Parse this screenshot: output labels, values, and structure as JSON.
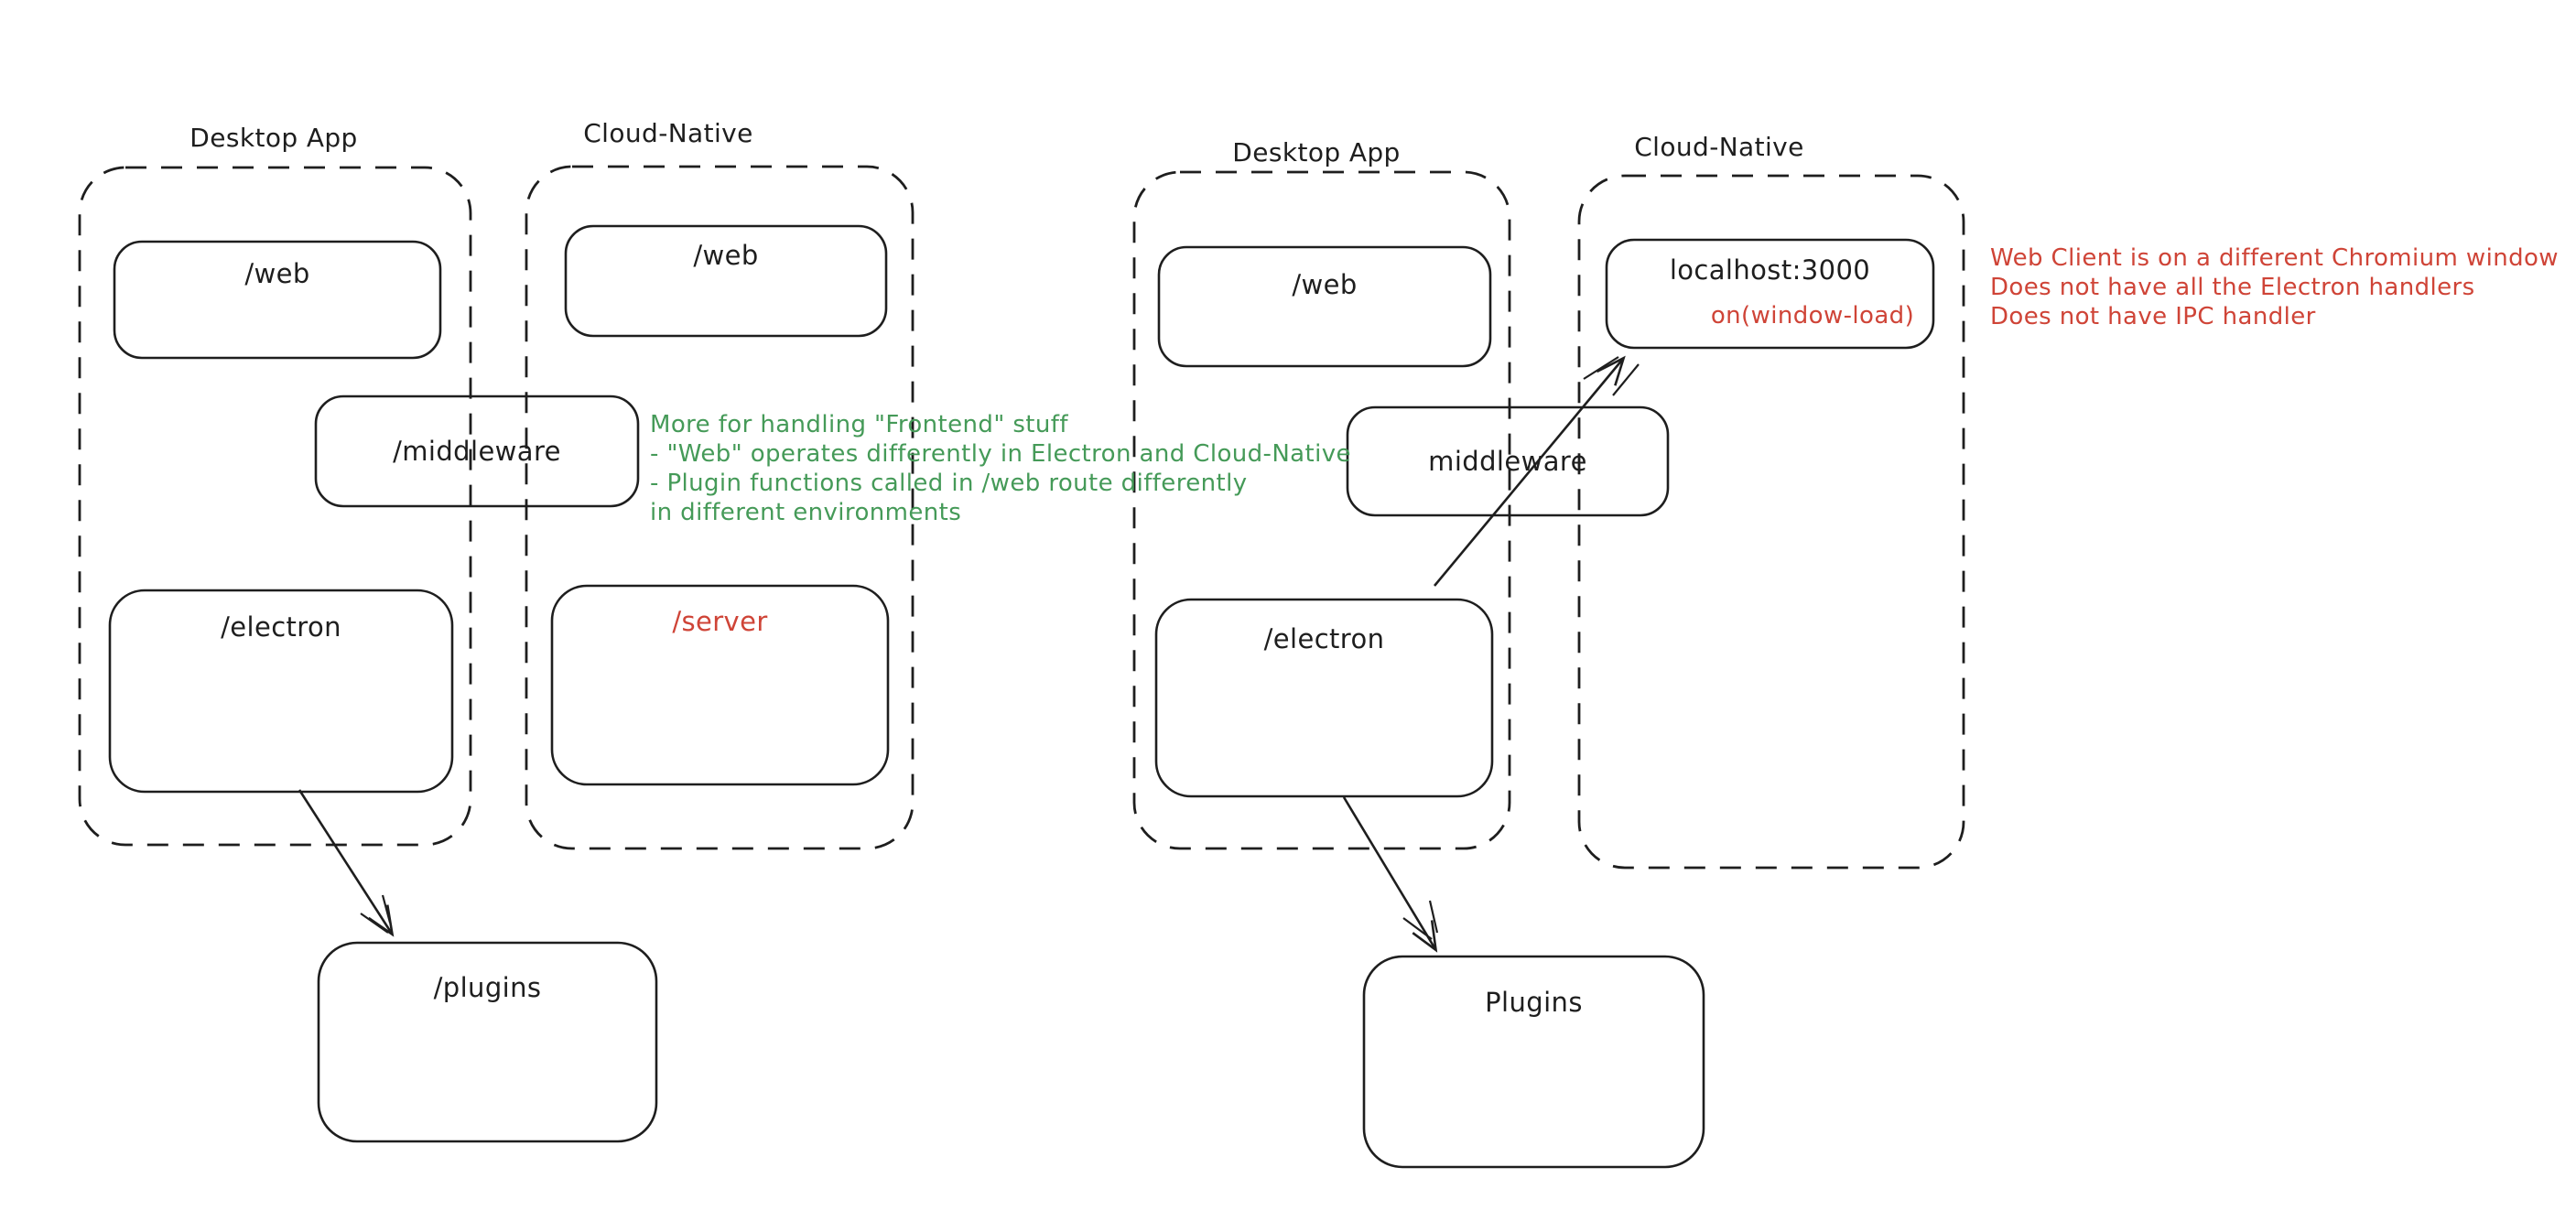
{
  "left_diagram": {
    "desktop_label": "Desktop App",
    "cloud_label": "Cloud-Native",
    "desktop_web": "/web",
    "cloud_web": "/web",
    "middleware": "/middleware",
    "electron": "/electron",
    "server": "/server",
    "plugins": "/plugins",
    "green_note": [
      "More for handling \"Frontend\" stuff",
      "- \"Web\" operates differently in Electron and Cloud-Native",
      "- Plugin functions called in /web route differently",
      "in different environments"
    ]
  },
  "right_diagram": {
    "desktop_label": "Desktop App",
    "cloud_label": "Cloud-Native",
    "desktop_web": "/web",
    "localhost": "localhost:3000",
    "localhost_event": "on(window-load)",
    "middleware": "middleware",
    "electron": "/electron",
    "plugins": "Plugins",
    "red_note": [
      "Web Client is on a different Chromium window",
      "Does not have all the Electron handlers",
      "Does not have IPC handler"
    ]
  },
  "colors": {
    "stroke": "#1e1e1e",
    "red": "#cf4437",
    "green": "#459a58",
    "background": "#ffffff"
  }
}
